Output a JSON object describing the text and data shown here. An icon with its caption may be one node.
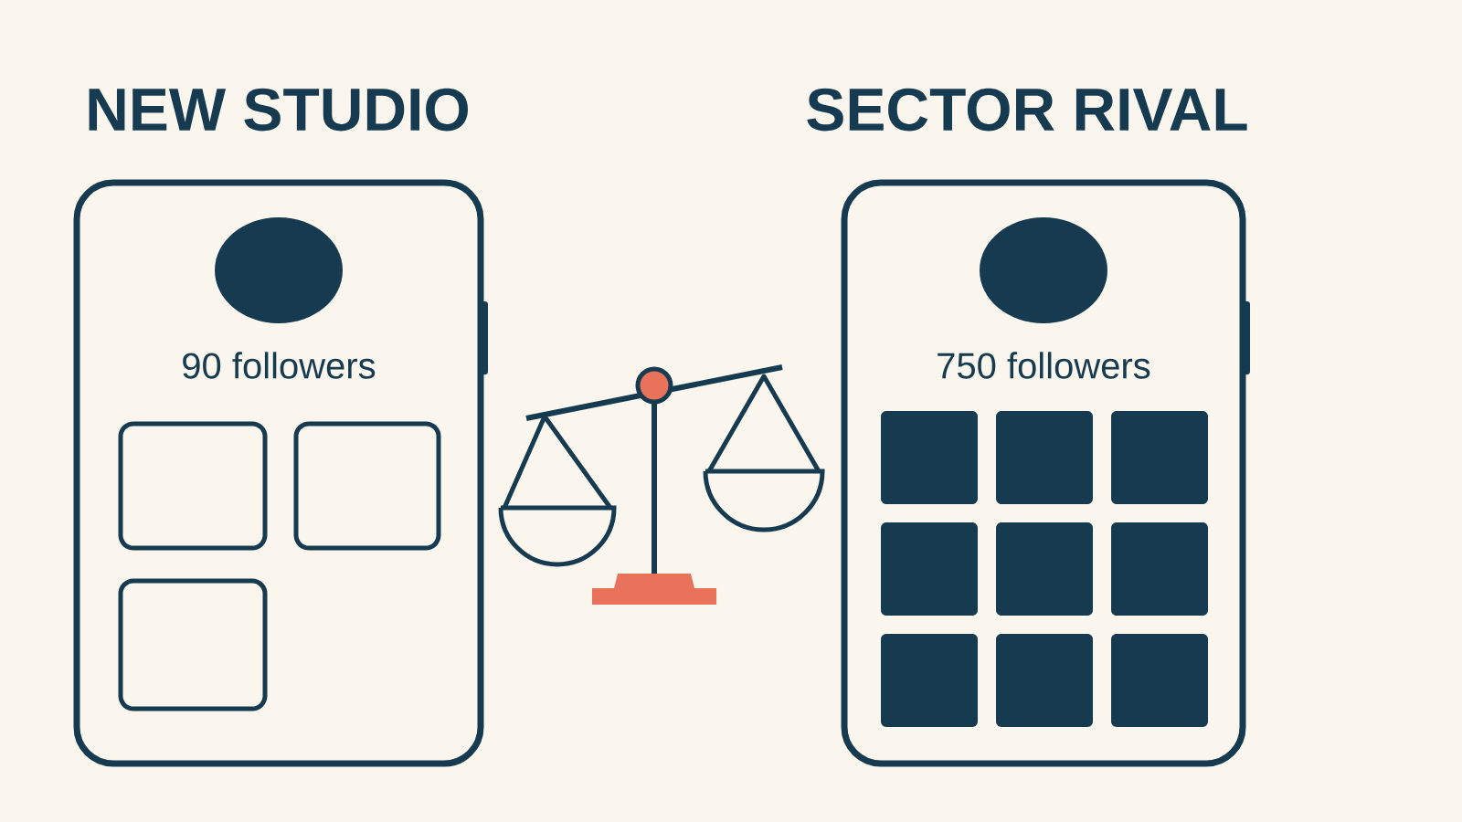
{
  "diagram": {
    "nodes": [
      {
        "text": [
          "NEW STUDIO",
          "90 followers"
        ]
      },
      {
        "text": [
          "SECTOR RIVAL",
          "750 followers"
        ]
      }
    ]
  }
}
